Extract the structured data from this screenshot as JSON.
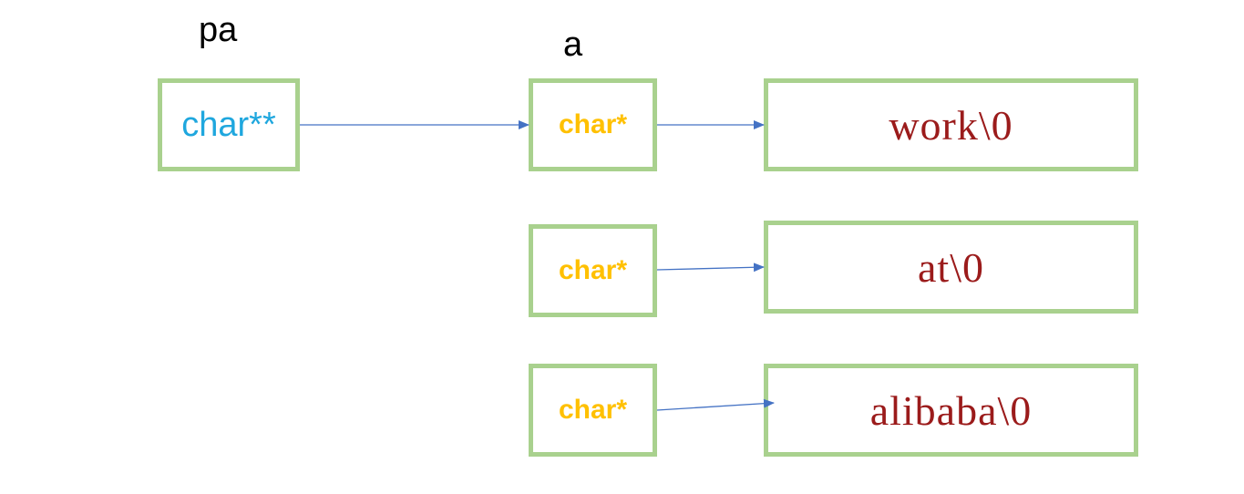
{
  "labels": {
    "pa": "pa",
    "a": "a"
  },
  "pointer_to_pointer": {
    "text": "char**"
  },
  "pointers": [
    {
      "text": "char*"
    },
    {
      "text": "char*"
    },
    {
      "text": "char*"
    }
  ],
  "strings": [
    {
      "text": "work\\0"
    },
    {
      "text": "at\\0"
    },
    {
      "text": "alibaba\\0"
    }
  ],
  "colors": {
    "box_border": "#a9d18e",
    "pointer_to_pointer_text": "#1fa7de",
    "pointer_text": "#ffc000",
    "string_text": "#9b1b1b",
    "arrow": "#4472c4"
  }
}
